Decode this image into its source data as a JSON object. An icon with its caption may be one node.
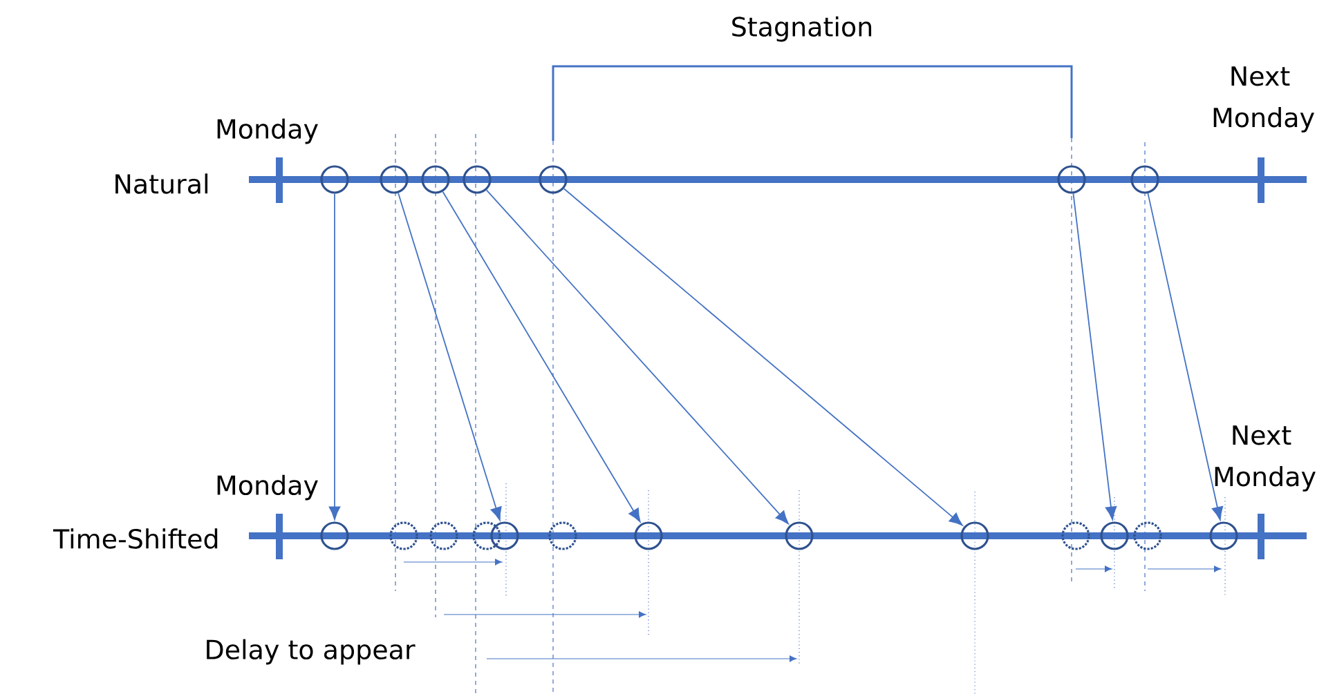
{
  "diagram": {
    "nodes": [
      {
        "text": [],
        "shape": "circle"
      },
      {
        "text": [],
        "shape": "circle"
      },
      {
        "text": [],
        "shape": "circle"
      },
      {
        "text": [],
        "shape": "circle"
      },
      {
        "text": [],
        "shape": "circle"
      },
      {
        "text": [],
        "shape": "circle"
      },
      {
        "text": [],
        "shape": "circle"
      },
      {
        "text": [],
        "shape": "circle"
      },
      {
        "text": [],
        "shape": "circle"
      },
      {
        "text": [],
        "shape": "circle"
      },
      {
        "text": [],
        "shape": "circle"
      },
      {
        "text": [],
        "shape": "circle"
      },
      {
        "text": [],
        "shape": "circle"
      },
      {
        "text": [],
        "shape": "circle"
      },
      {
        "text": [],
        "shape": "circle"
      },
      {
        "text": [],
        "shape": "circle"
      },
      {
        "text": [],
        "shape": "circle"
      },
      {
        "text": [],
        "shape": "circle"
      },
      {
        "text": [],
        "shape": "circle"
      },
      {
        "text": [],
        "shape": "circle"
      }
    ],
    "edges": [
      {
        "from": 0,
        "to": 7,
        "arrow": "to"
      },
      {
        "from": 1,
        "to": 11,
        "arrow": "to"
      },
      {
        "from": 2,
        "to": 13,
        "arrow": "to"
      },
      {
        "from": 3,
        "to": 14,
        "arrow": "to"
      },
      {
        "from": 4,
        "to": 15,
        "arrow": "to"
      },
      {
        "from": 5,
        "to": 17,
        "arrow": "to"
      },
      {
        "from": 6,
        "to": 19,
        "arrow": "to"
      }
    ],
    "labels": [
      "Stagnation",
      "Monday",
      "Next Monday",
      "Natural",
      "Next Monday",
      "Monday",
      "Time-Shifted",
      "Delay to appear"
    ]
  }
}
